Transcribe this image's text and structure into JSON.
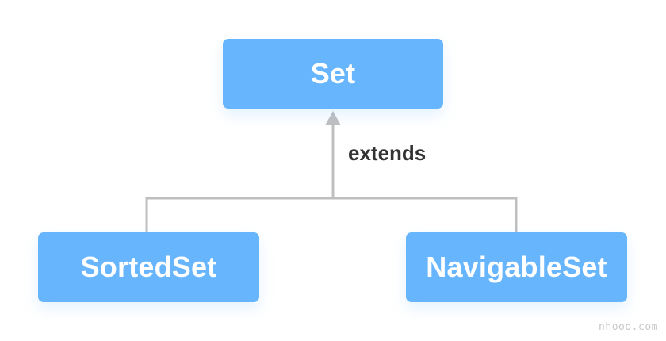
{
  "diagram": {
    "nodes": {
      "parent": "Set",
      "child_left": "SortedSet",
      "child_right": "NavigableSet"
    },
    "edge_label": "extends",
    "colors": {
      "node_fill": "#67b5fd",
      "node_text": "#ffffff",
      "connector": "#bfbfbf",
      "edge_label_text": "#333333"
    }
  },
  "watermark": "nhooo.com"
}
